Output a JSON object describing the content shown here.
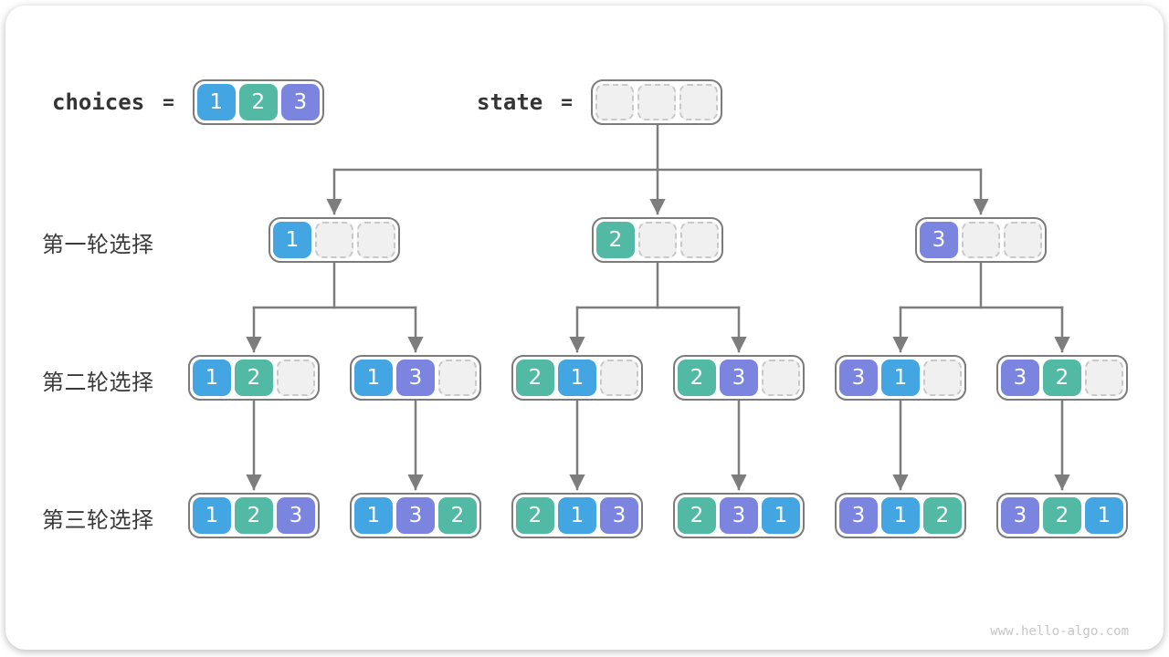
{
  "colors": {
    "1": "#43A6E3",
    "2": "#52B9A5",
    "3": "#7B85E0"
  },
  "header": {
    "choices_label": "choices",
    "choices_equals": "=",
    "choices_values": [
      "1",
      "2",
      "3"
    ],
    "state_label": "state",
    "state_equals": "=",
    "state_values": [
      "",
      "",
      ""
    ]
  },
  "rows": [
    {
      "label": "第一轮选择",
      "nodes": [
        [
          "1",
          "",
          ""
        ],
        [
          "2",
          "",
          ""
        ],
        [
          "3",
          "",
          ""
        ]
      ]
    },
    {
      "label": "第二轮选择",
      "nodes": [
        [
          "1",
          "2",
          ""
        ],
        [
          "1",
          "3",
          ""
        ],
        [
          "2",
          "1",
          ""
        ],
        [
          "2",
          "3",
          ""
        ],
        [
          "3",
          "1",
          ""
        ],
        [
          "3",
          "2",
          ""
        ]
      ]
    },
    {
      "label": "第三轮选择",
      "nodes": [
        [
          "1",
          "2",
          "3"
        ],
        [
          "1",
          "3",
          "2"
        ],
        [
          "2",
          "1",
          "3"
        ],
        [
          "2",
          "3",
          "1"
        ],
        [
          "3",
          "1",
          "2"
        ],
        [
          "3",
          "2",
          "1"
        ]
      ]
    }
  ],
  "watermark": "www.hello-algo.com"
}
